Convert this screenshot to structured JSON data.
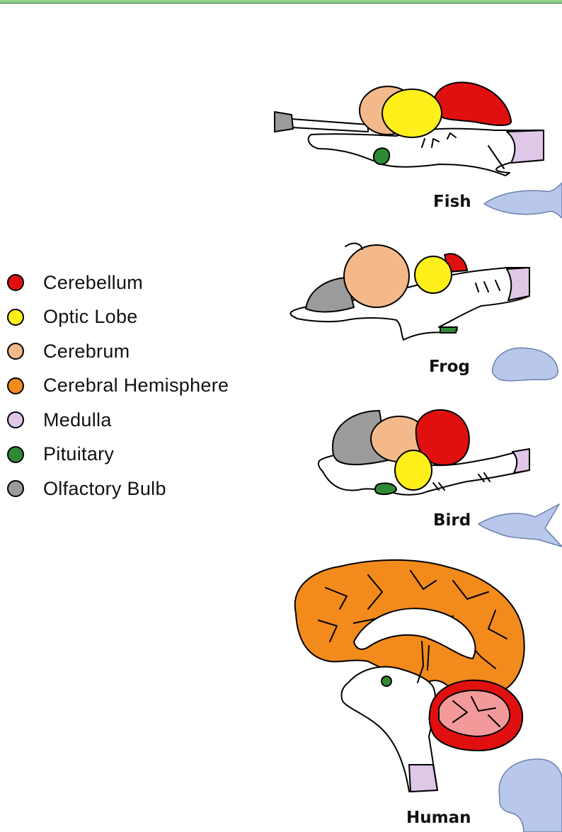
{
  "legend": {
    "items": [
      {
        "label": "Cerebellum",
        "color": "#e01010"
      },
      {
        "label": "Optic Lobe",
        "color": "#ffef1a"
      },
      {
        "label": "Cerebrum",
        "color": "#f3b98a"
      },
      {
        "label": "Cerebral Hemisphere",
        "color": "#f28a1c"
      },
      {
        "label": "Medulla",
        "color": "#dfc7e8"
      },
      {
        "label": "Pituitary",
        "color": "#2f8a35"
      },
      {
        "label": "Olfactory Bulb",
        "color": "#9b9b9b"
      }
    ]
  },
  "brains": [
    {
      "label": "Fish",
      "silhouette": "fish-silhouette-icon"
    },
    {
      "label": "Frog",
      "silhouette": "frog-silhouette-icon"
    },
    {
      "label": "Bird",
      "silhouette": "bird-silhouette-icon"
    },
    {
      "label": "Human",
      "silhouette": "human-head-silhouette-icon"
    }
  ],
  "colors": {
    "cerebellum": "#e01010",
    "optic_lobe": "#ffef1a",
    "cerebrum": "#f3b98a",
    "hemisphere": "#f28a1c",
    "medulla": "#dfc7e8",
    "pituitary": "#2f8a35",
    "olfactory": "#9b9b9b",
    "silhouette": "#b9c7ea",
    "human_cerebellum": "#f29a9a"
  }
}
